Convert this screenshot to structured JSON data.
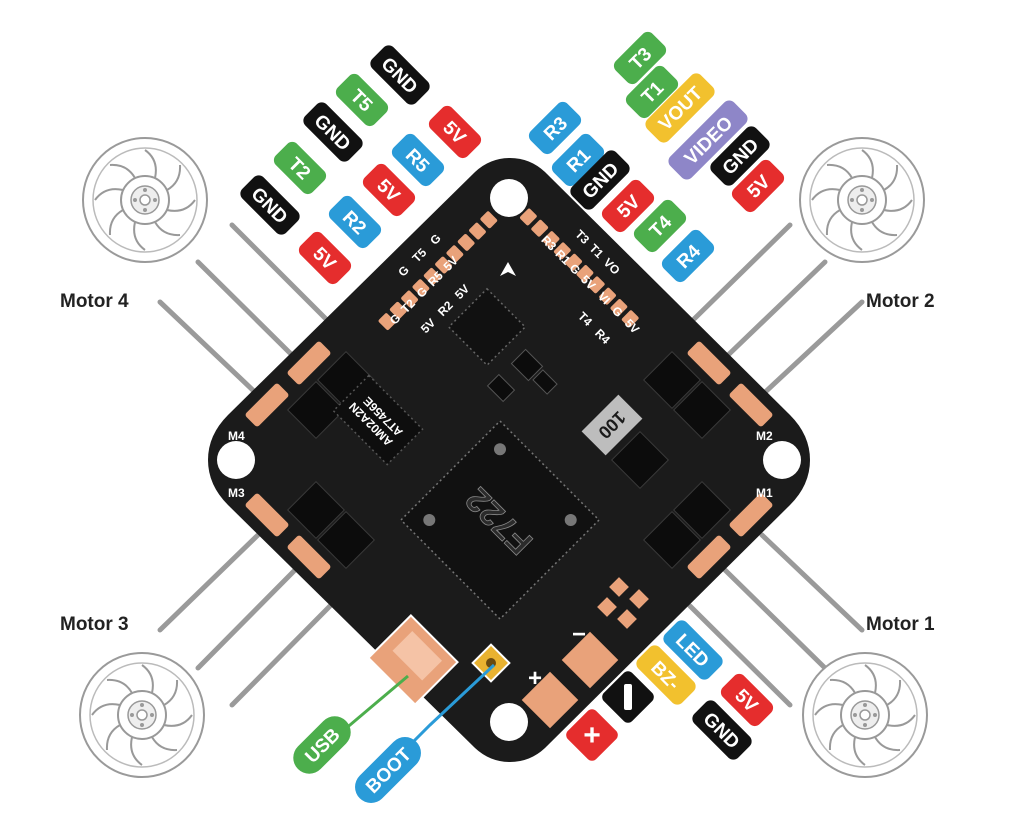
{
  "colors": {
    "board": "#1b1b1b",
    "pad": "#e9a27a",
    "green": "#4cae4c",
    "red": "#e52d2d",
    "blue": "#2a9bd8",
    "yellow": "#f2c12e",
    "purple": "#8e86c8",
    "black": "#111111",
    "wire": "#9a9a9a"
  },
  "motors": {
    "motor1": "Motor 1",
    "motor2": "Motor 2",
    "motor3": "Motor 3",
    "motor4": "Motor 4"
  },
  "motor_pads": {
    "m1": "M1",
    "m2": "M2",
    "m3": "M3",
    "m4": "M4"
  },
  "chips": {
    "mcu": "F722",
    "current_sensor": "100",
    "driver_line1": "AT7456E",
    "driver_line2": "AM02A2N"
  },
  "pad_labels": {
    "left_top": [
      "G",
      "T5",
      "G"
    ],
    "left_mid": [
      "G",
      "T2",
      "G",
      "R5",
      "5V"
    ],
    "left_bot": [
      "5V",
      "R2",
      "5V"
    ],
    "right_top": [
      "T3",
      "T1",
      "VO"
    ],
    "right_mid": [
      "R3",
      "R1",
      "G",
      "5V",
      "G",
      "5V"
    ],
    "right_vi": [
      "VI"
    ],
    "right_bot": [
      "T4",
      "R4"
    ]
  },
  "tags_left": [
    {
      "text": "GND",
      "color": "black"
    },
    {
      "text": "5V",
      "color": "red"
    },
    {
      "text": "T5",
      "color": "green"
    },
    {
      "text": "R5",
      "color": "blue"
    },
    {
      "text": "GND",
      "color": "black"
    },
    {
      "text": "5V",
      "color": "red"
    },
    {
      "text": "T2",
      "color": "green"
    },
    {
      "text": "R2",
      "color": "blue"
    },
    {
      "text": "GND",
      "color": "black"
    },
    {
      "text": "5V",
      "color": "red"
    }
  ],
  "tags_right": [
    {
      "text": "T3",
      "color": "green"
    },
    {
      "text": "T1",
      "color": "green"
    },
    {
      "text": "VOUT",
      "color": "yellow"
    },
    {
      "text": "VIDEO",
      "color": "purple"
    },
    {
      "text": "GND",
      "color": "black"
    },
    {
      "text": "5V",
      "color": "red"
    },
    {
      "text": "R3",
      "color": "blue"
    },
    {
      "text": "R1",
      "color": "blue"
    },
    {
      "text": "GND",
      "color": "black"
    },
    {
      "text": "5V",
      "color": "red"
    },
    {
      "text": "T4",
      "color": "green"
    },
    {
      "text": "R4",
      "color": "blue"
    }
  ],
  "tags_bottom": [
    {
      "text": "LED",
      "color": "blue"
    },
    {
      "text": "BZ-",
      "color": "yellow"
    },
    {
      "text": "5V",
      "color": "red"
    },
    {
      "text": "GND",
      "color": "black"
    }
  ],
  "power": {
    "plus": "+",
    "minus": "−",
    "plus_tag": "+",
    "minus_tag": "−"
  },
  "callouts": {
    "usb": "USB",
    "boot": "BOOT"
  }
}
